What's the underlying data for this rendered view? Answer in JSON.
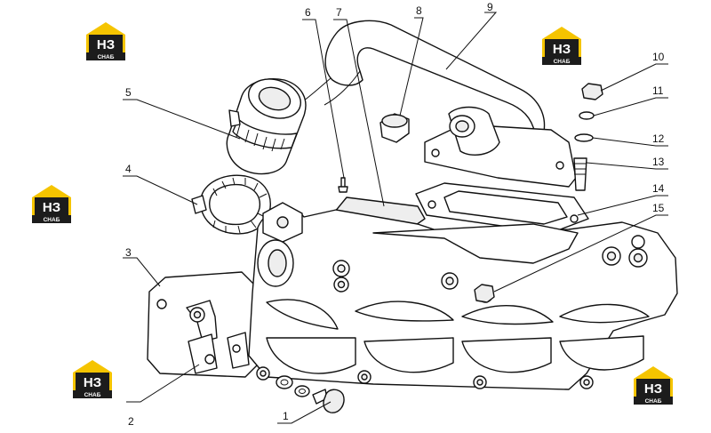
{
  "callouts": [
    {
      "id": "1",
      "text": "1"
    },
    {
      "id": "2",
      "text": "2"
    },
    {
      "id": "3",
      "text": "3"
    },
    {
      "id": "4",
      "text": "4"
    },
    {
      "id": "5",
      "text": "5"
    },
    {
      "id": "6",
      "text": "6"
    },
    {
      "id": "7",
      "text": "7"
    },
    {
      "id": "8",
      "text": "8"
    },
    {
      "id": "9",
      "text": "9"
    },
    {
      "id": "10",
      "text": "10"
    },
    {
      "id": "11",
      "text": "11"
    },
    {
      "id": "12",
      "text": "12"
    },
    {
      "id": "13",
      "text": "13"
    },
    {
      "id": "14",
      "text": "14"
    },
    {
      "id": "15",
      "text": "15"
    }
  ],
  "watermark": {
    "brand": "НЗ",
    "sub": "СНАБ",
    "colors": {
      "yellow": "#f5c400",
      "dark": "#1c1c1c"
    }
  }
}
